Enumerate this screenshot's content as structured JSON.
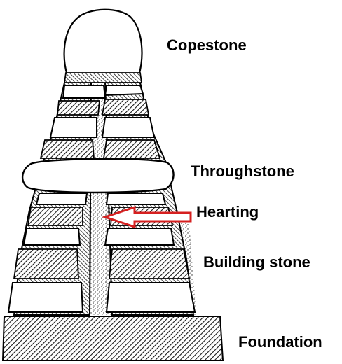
{
  "labels": {
    "copestone": "Copestone",
    "throughstone": "Throughstone",
    "hearting": "Hearting",
    "building_stone": "Building stone",
    "foundation": "Foundation"
  },
  "colors": {
    "arrow": "#d62020",
    "outline": "#000000",
    "hatch": "#1a1a1a",
    "stone_fill": "#ffffff"
  }
}
